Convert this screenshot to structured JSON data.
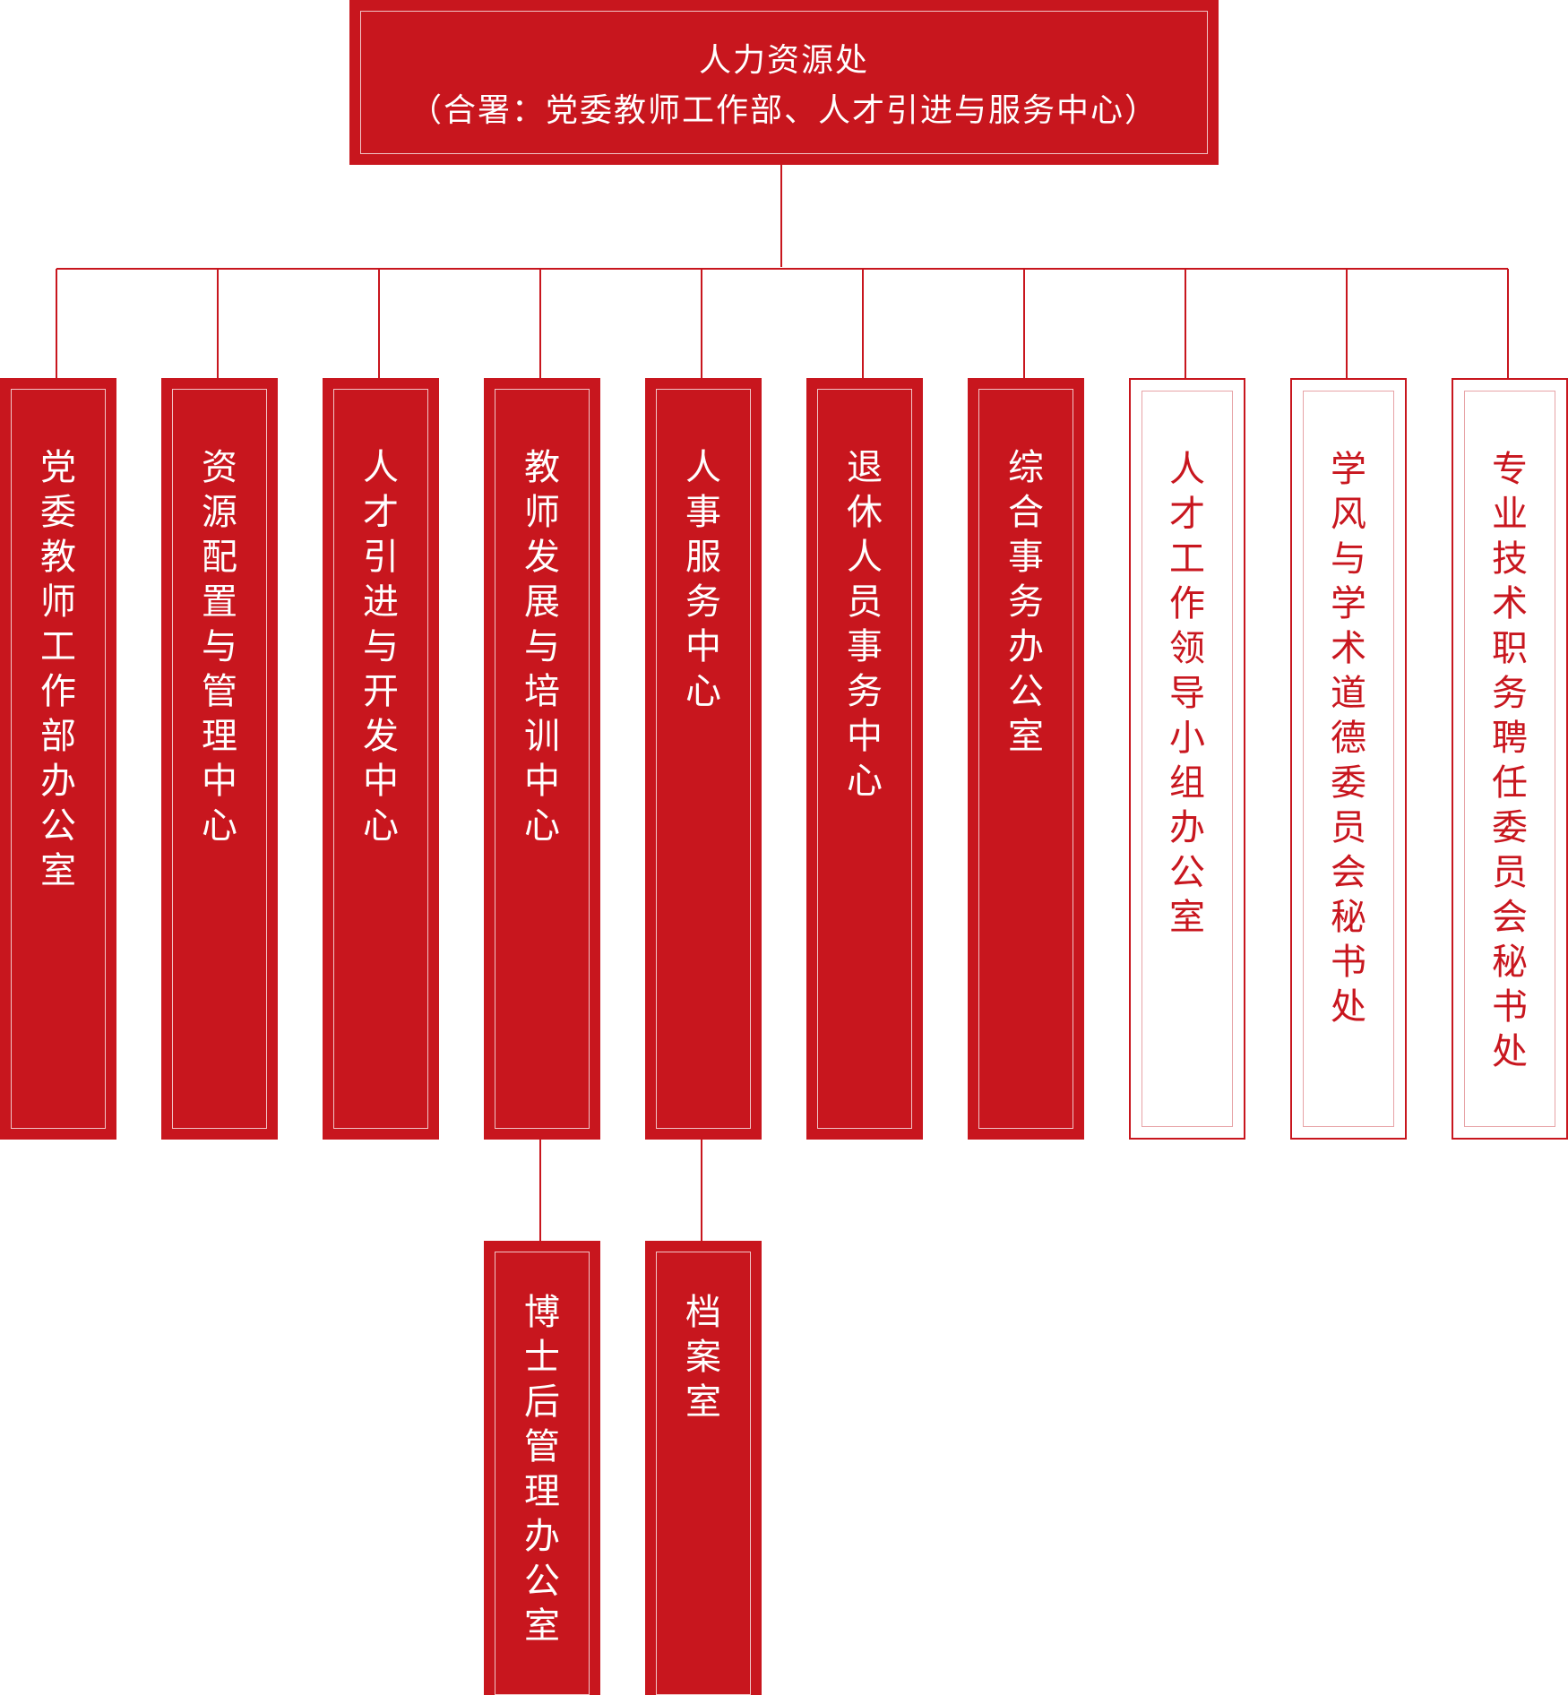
{
  "header": {
    "title": "人力资源处",
    "subtitle": "（合署：党委教师工作部、人才引进与服务中心）"
  },
  "departments": [
    {
      "label": "党委教师工作部办公室",
      "style": "filled"
    },
    {
      "label": "资源配置与管理中心",
      "style": "filled"
    },
    {
      "label": "人才引进与开发中心",
      "style": "filled"
    },
    {
      "label": "教师发展与培训中心",
      "style": "filled"
    },
    {
      "label": "人事服务中心",
      "style": "filled"
    },
    {
      "label": "退休人员事务中心",
      "style": "filled"
    },
    {
      "label": "综合事务办公室",
      "style": "filled"
    },
    {
      "label": "人才工作领导小组办公室",
      "style": "outline"
    },
    {
      "label": "学风与学术道德委员会秘书处",
      "style": "outline"
    },
    {
      "label": "专业技术职务聘任委员会秘书处",
      "style": "outline"
    }
  ],
  "sub_units": [
    {
      "label": "博士后管理办公室",
      "parent": "教师发展与培训中心"
    },
    {
      "label": "档案室",
      "parent": "人事服务中心"
    }
  ],
  "colors": {
    "primary_red": "#c8161e",
    "text_on_red": "#ffffff",
    "outline_inner": "#e7a3a6"
  }
}
